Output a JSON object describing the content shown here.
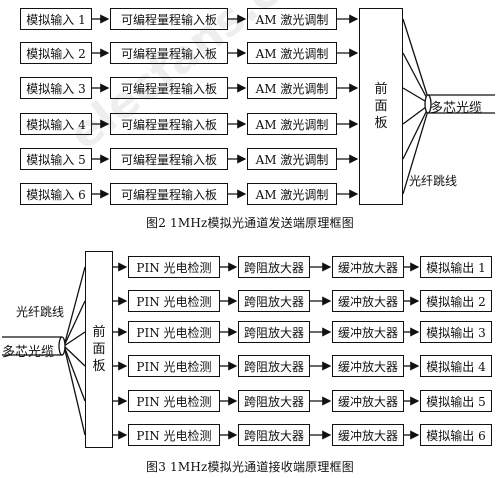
{
  "figure2": {
    "rows": [
      {
        "input": "模拟输入 1",
        "pga": "可编程量程输入板",
        "mod": "AM 激光调制"
      },
      {
        "input": "模拟输入 2",
        "pga": "可编程量程输入板",
        "mod": "AM 激光调制"
      },
      {
        "input": "模拟输入 3",
        "pga": "可编程量程输入板",
        "mod": "AM 激光调制"
      },
      {
        "input": "模拟输入 4",
        "pga": "可编程量程输入板",
        "mod": "AM 激光调制"
      },
      {
        "input": "模拟输入 5",
        "pga": "可编程量程输入板",
        "mod": "AM 激光调制"
      },
      {
        "input": "模拟输入 6",
        "pga": "可编程量程输入板",
        "mod": "AM 激光调制"
      }
    ],
    "front_panel": [
      "前",
      "面",
      "板"
    ],
    "cable_label": "多芯光缆",
    "jumper_label": "光纤跳线",
    "caption": "图2 1MHz模拟光通道发送端原理框图"
  },
  "figure3": {
    "rows": [
      {
        "detect": "PIN 光电检测",
        "tia": "跨阻放大器",
        "buf": "缓冲放大器",
        "output": "模拟输出 1"
      },
      {
        "detect": "PIN 光电检测",
        "tia": "跨阻放大器",
        "buf": "缓冲放大器",
        "output": "模拟输出 2"
      },
      {
        "detect": "PIN 光电检测",
        "tia": "跨阻放大器",
        "buf": "缓冲放大器",
        "output": "模拟输出 3"
      },
      {
        "detect": "PIN 光电检测",
        "tia": "跨阻放大器",
        "buf": "缓冲放大器",
        "output": "模拟输出 4"
      },
      {
        "detect": "PIN 光电检测",
        "tia": "跨阻放大器",
        "buf": "缓冲放大器",
        "output": "模拟输出 5"
      },
      {
        "detect": "PIN 光电检测",
        "tia": "跨阻放大器",
        "buf": "缓冲放大器",
        "output": "模拟输出 6"
      }
    ],
    "front_panel": [
      "前",
      "面",
      "板"
    ],
    "jumper_label": "光纤跳线",
    "cable_label": "多芯光缆",
    "caption": "图3 1MHz模拟光通道接收端原理框图"
  },
  "watermark": "elecfans.com"
}
